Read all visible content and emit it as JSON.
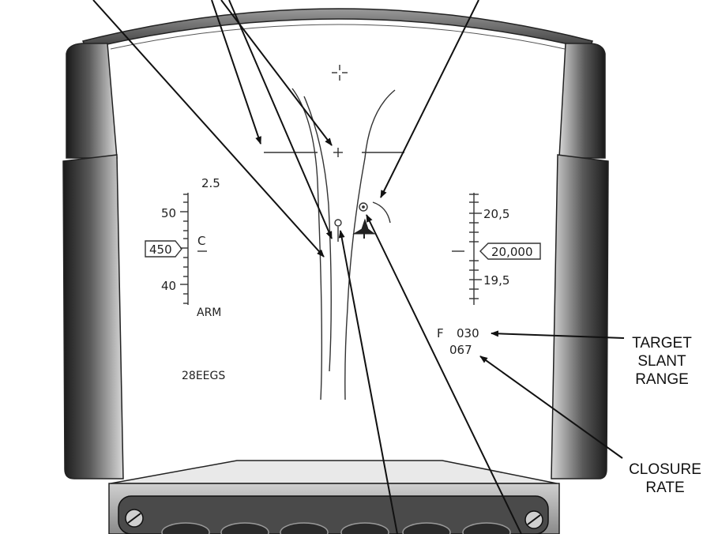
{
  "hud": {
    "airspeed_scale": {
      "top_label": "2.5",
      "tick_upper": "50",
      "tick_lower": "40",
      "current_value": "450",
      "mode_letter": "C",
      "arm_label": "ARM"
    },
    "altitude_scale": {
      "tick_upper": "20,5",
      "tick_lower": "19,5",
      "current_value": "20,000"
    },
    "range_readout": {
      "prefix": "F",
      "slant_range": "030",
      "closure_rate": "067"
    },
    "weapon_status": "28EEGS"
  },
  "callouts": {
    "target_slant_range": [
      "TARGET",
      "SLANT",
      "RANGE"
    ],
    "closure_rate": [
      "CLOSURE",
      "RATE"
    ]
  }
}
